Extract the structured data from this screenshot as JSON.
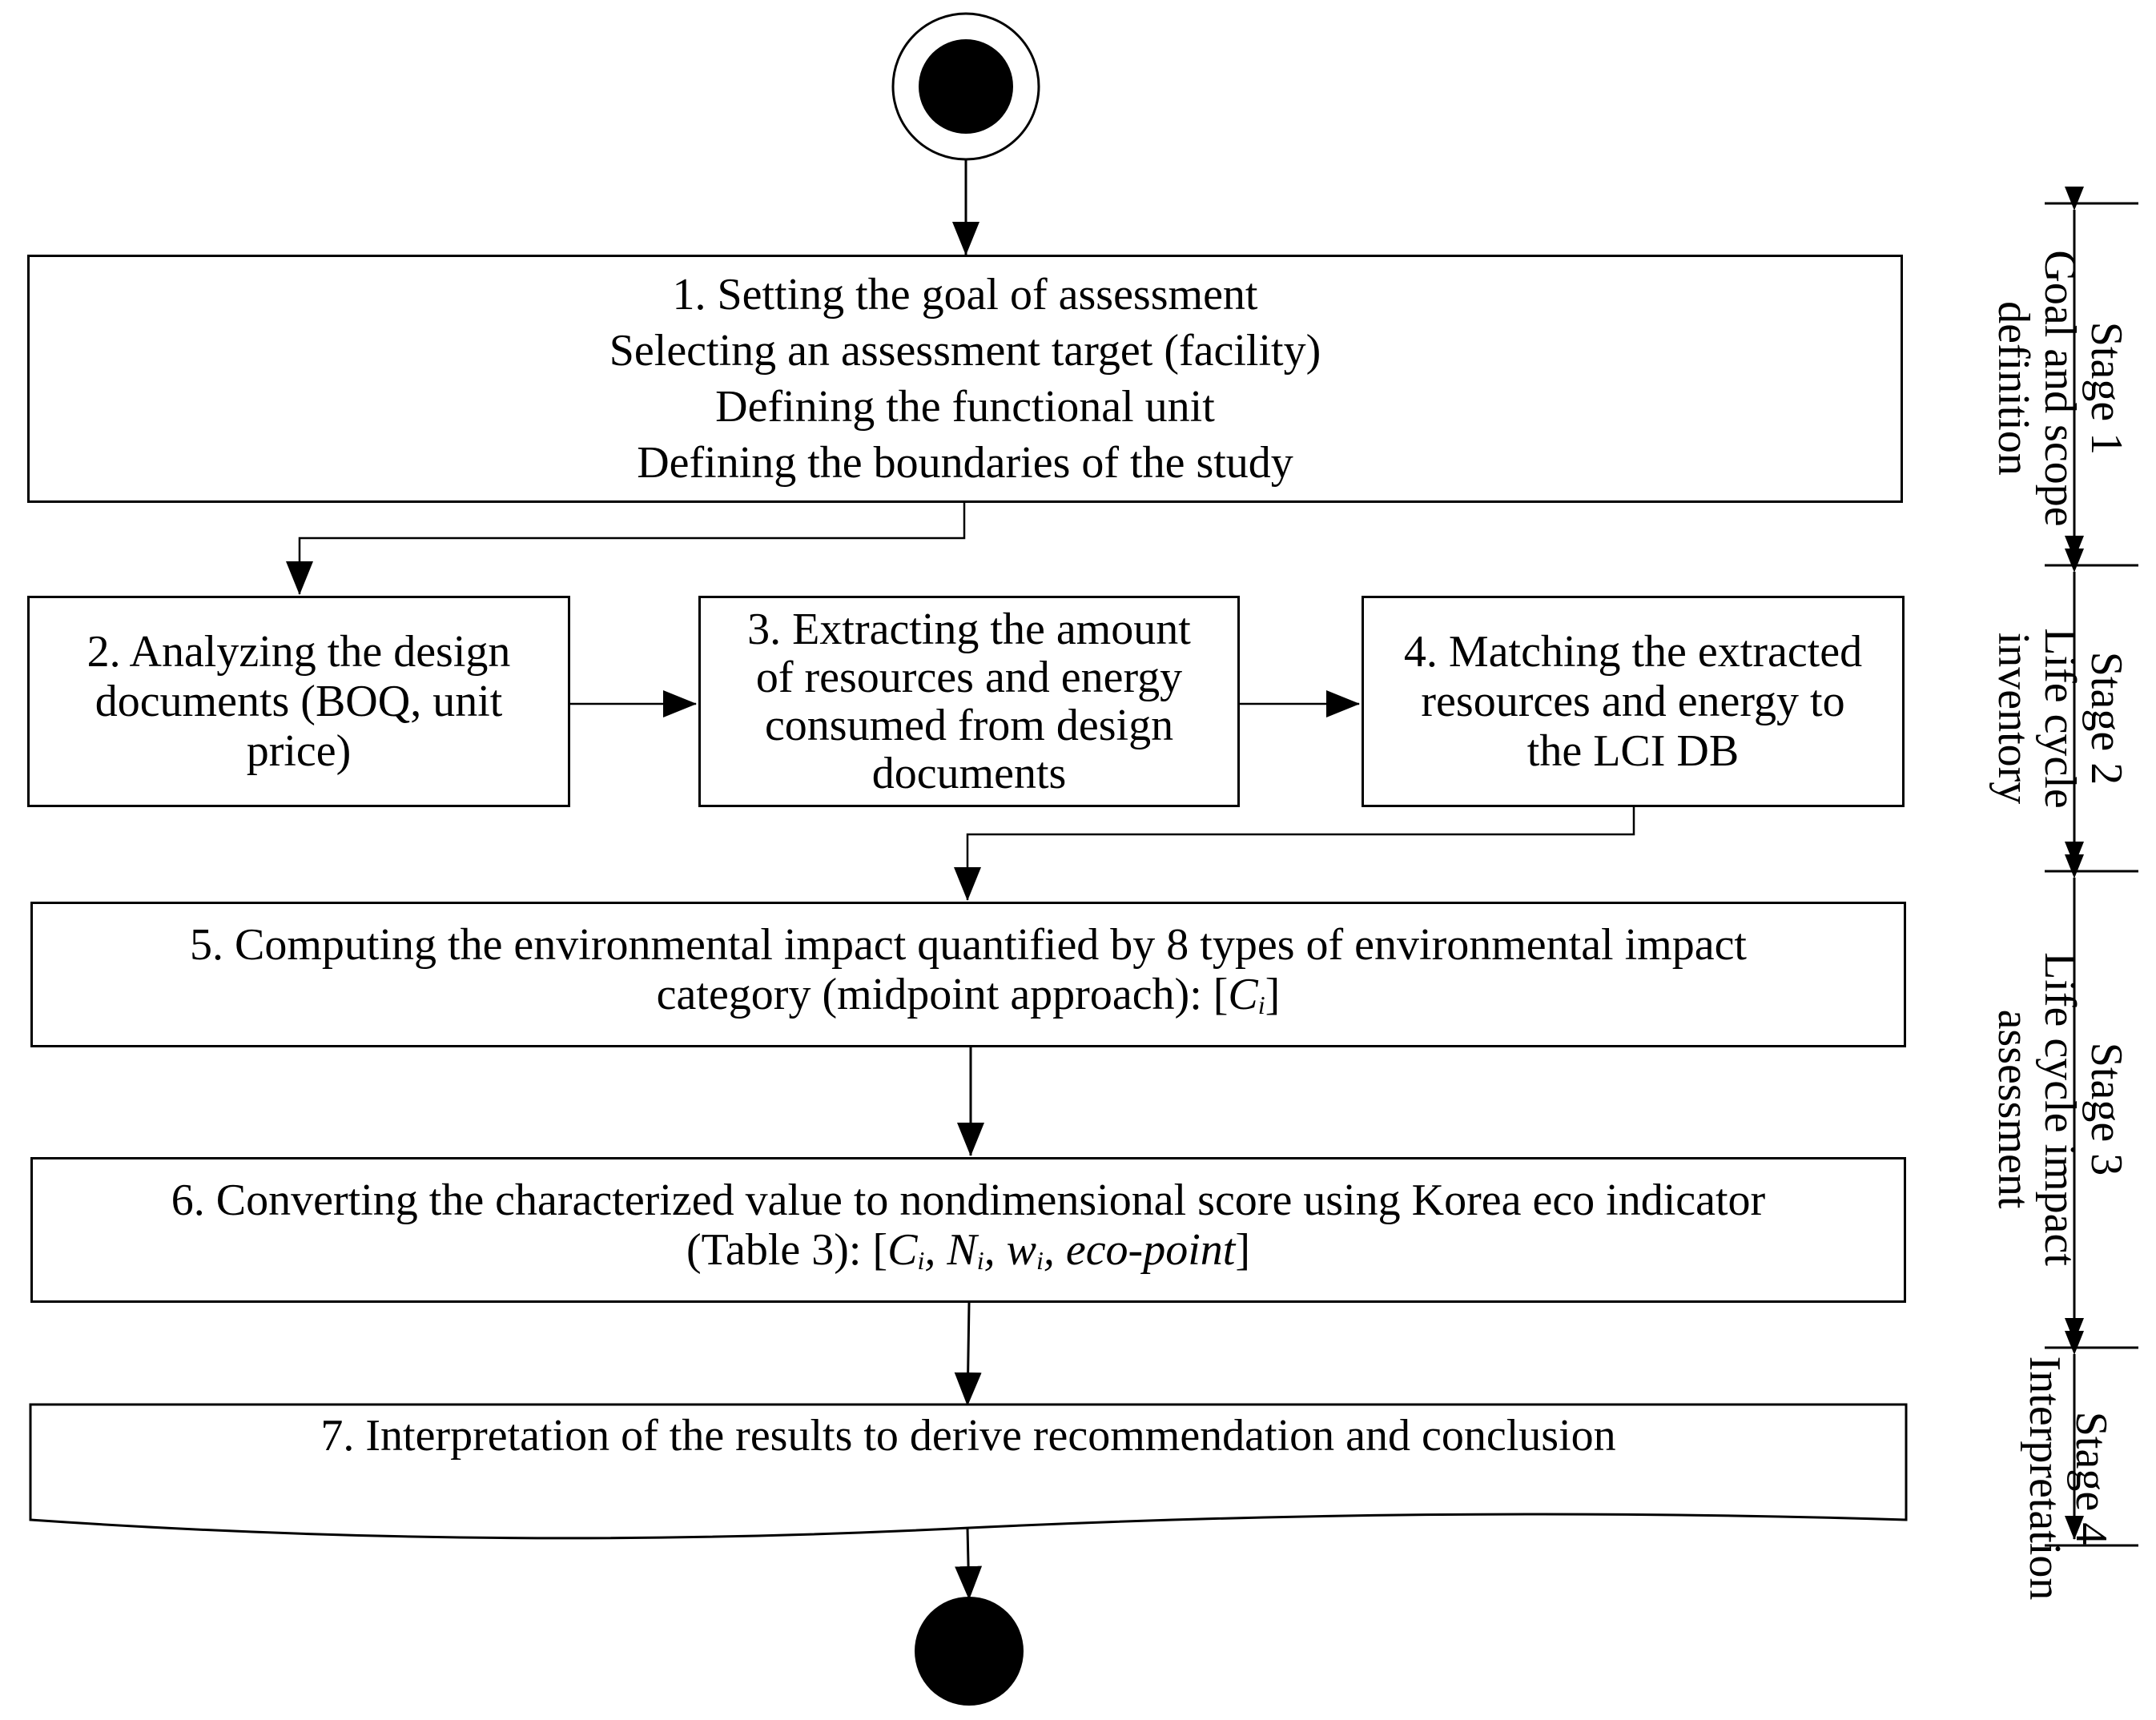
{
  "boxes": {
    "b1": {
      "lines": [
        "1. Setting the goal of assessment",
        "Selecting an assessment target (facility)",
        "Defining the functional unit",
        "Defining the boundaries of the study"
      ]
    },
    "b2": {
      "lines": [
        "2. Analyzing the design",
        "documents (BOQ, unit",
        "price)"
      ]
    },
    "b3": {
      "lines": [
        "3. Extracting the amount",
        "of resources and energy",
        "consumed from design",
        "documents"
      ]
    },
    "b4": {
      "lines": [
        "4. Matching the extracted",
        "resources and energy to",
        "the LCI DB"
      ]
    },
    "b5": {
      "line1": "5. Computing the environmental impact quantified by 8 types of environmental impact",
      "line2_prefix": "category (midpoint approach): [",
      "var_c": "C",
      "sub_i": "i",
      "line2_suffix": "]"
    },
    "b6": {
      "line1": "6. Converting the characterized value to nondimensional score using Korea eco indicator",
      "line2_prefix": "(Table 3): [",
      "var_c": "C",
      "var_n": "N",
      "var_w": "w",
      "sub_i": "i",
      "sep": ", ",
      "eco_point": "eco-point",
      "line2_suffix": "]"
    },
    "b7": {
      "text": "7. Interpretation of the results to derive recommendation and conclusion"
    }
  },
  "stages": [
    {
      "stage": "Stage 1",
      "name_lines": [
        "Goal and scope",
        "definition"
      ]
    },
    {
      "stage": "Stage 2",
      "name_lines": [
        "Life cycle",
        "inventory"
      ]
    },
    {
      "stage": "Stage 3",
      "name_lines": [
        "Life cycle impact",
        "assessment"
      ]
    },
    {
      "stage": "Stage 4",
      "name_lines": [
        "Interpretation"
      ]
    }
  ],
  "colors": {
    "line": "#000000",
    "fill": "#ffffff",
    "text": "#000000"
  }
}
